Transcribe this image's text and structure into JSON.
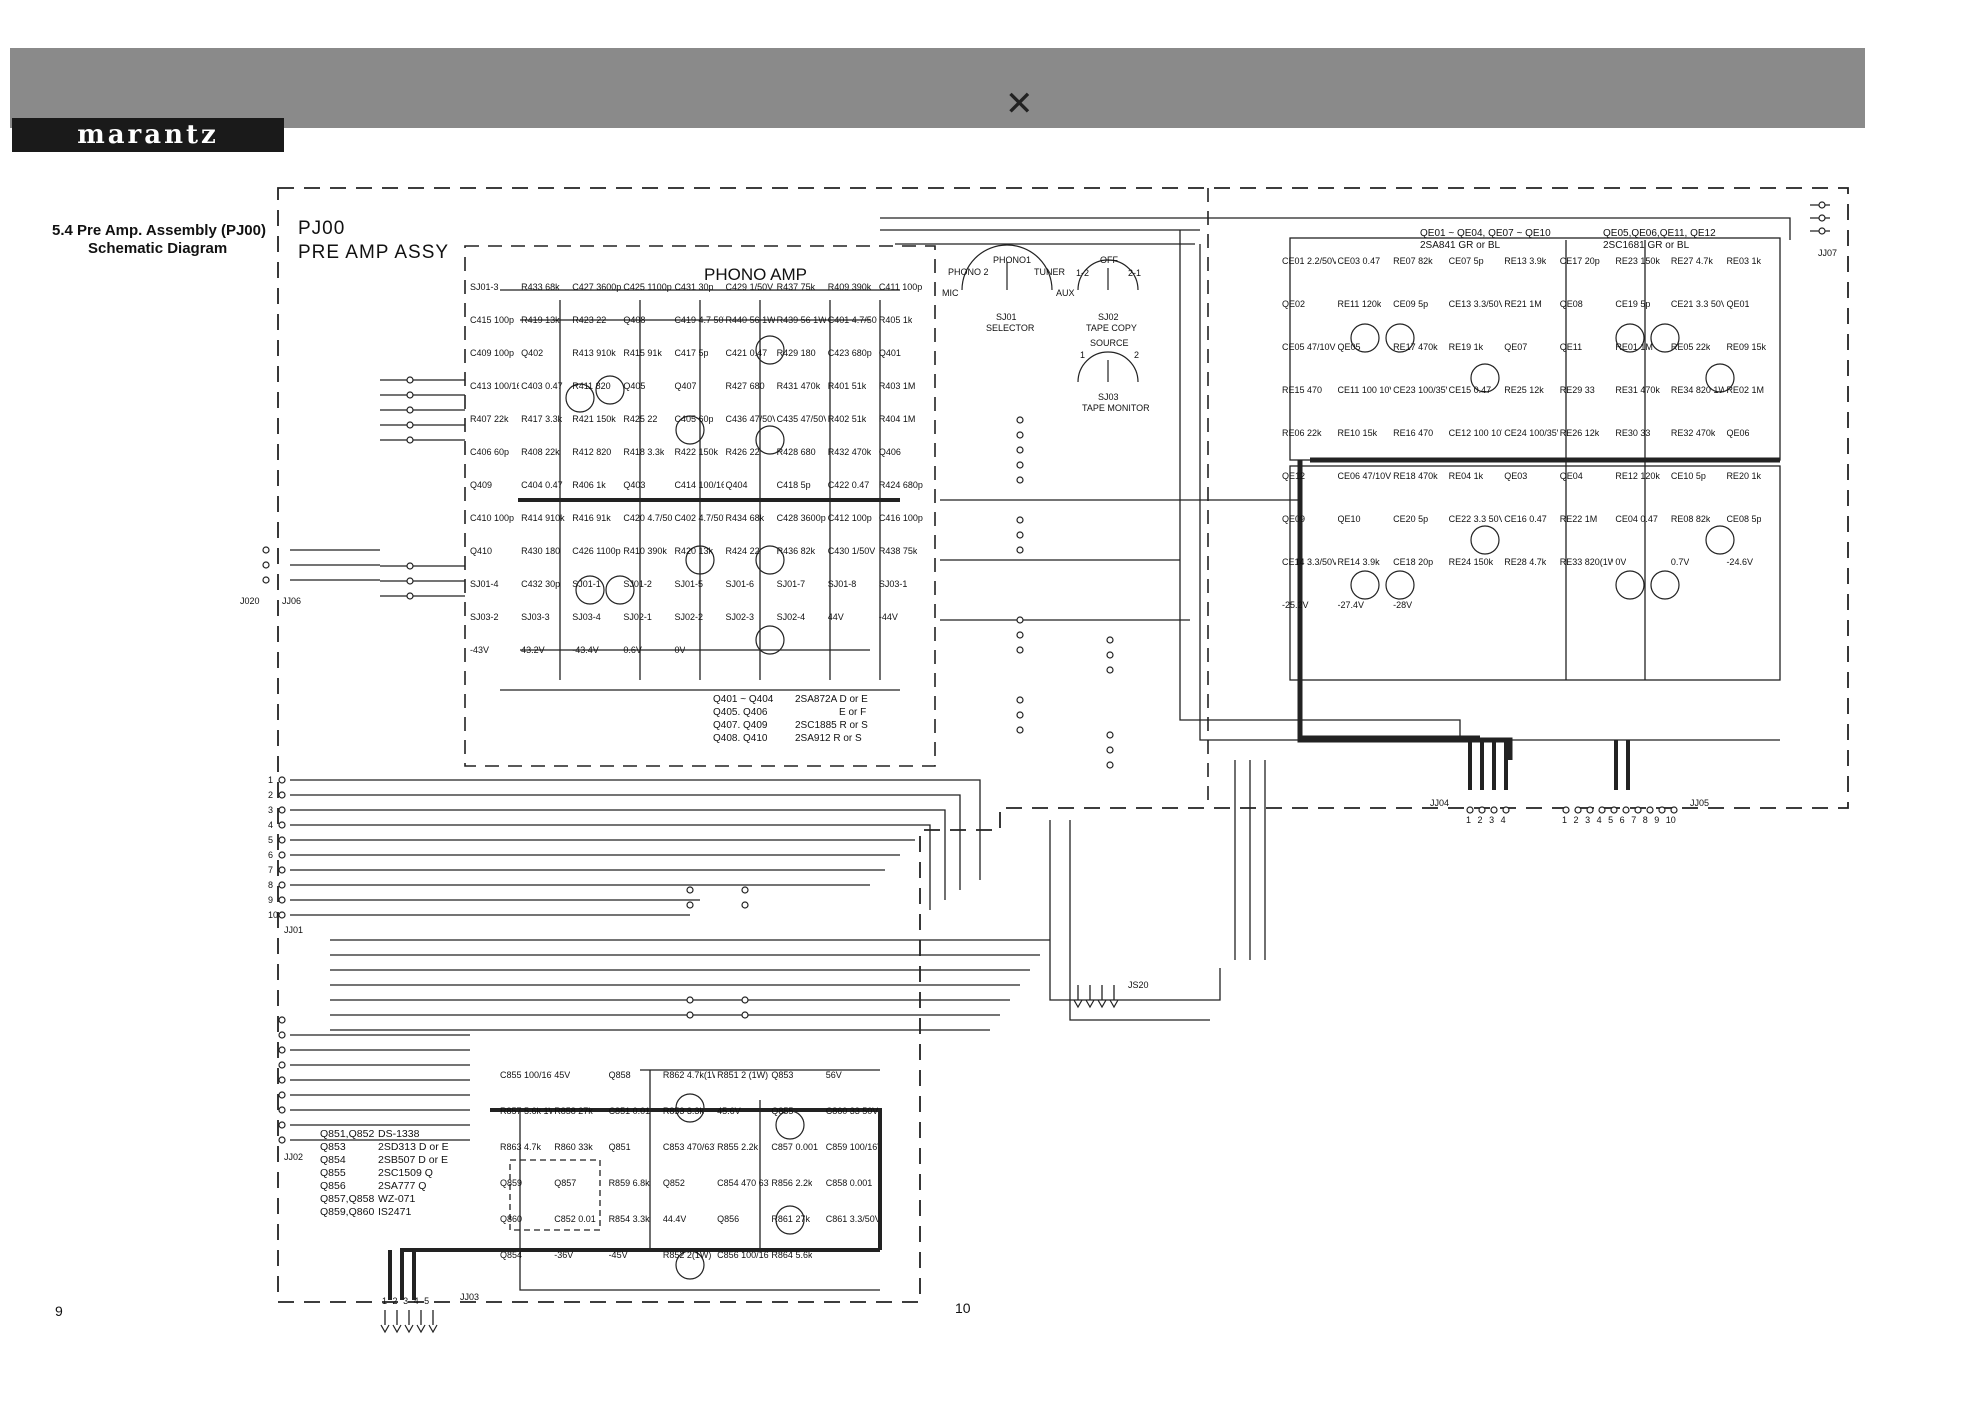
{
  "header": {
    "brand": "marantz"
  },
  "section": {
    "number": "5.4",
    "line1": "5.4 Pre Amp. Assembly (PJ00)",
    "line2": "Schematic Diagram"
  },
  "pages": {
    "left": "9",
    "right": "10"
  },
  "assembly": {
    "code": "PJ00",
    "name": "PRE AMP ASSY",
    "phono": "PHONO AMP"
  },
  "selectors": {
    "sj01": {
      "name": "SJ01",
      "title": "SELECTOR",
      "positions": [
        "PHONO1",
        "PHONO 2",
        "TUNER",
        "MIC",
        "AUX"
      ]
    },
    "sj02": {
      "name": "SJ02",
      "title": "TAPE COPY",
      "positions": [
        "OFF",
        "1-2",
        "2-1"
      ]
    },
    "sj03": {
      "name": "SJ03",
      "title": "TAPE MONITOR",
      "positions": [
        "SOURCE",
        "1",
        "2"
      ]
    }
  },
  "transistor_notes_phono": [
    [
      "Q401 ~ Q404",
      "2SA872A D or E"
    ],
    [
      "Q405. Q406",
      "E or F"
    ],
    [
      "Q407. Q409",
      "2SC1885 R or S"
    ],
    [
      "Q408. Q410",
      "2SA912 R or S"
    ]
  ],
  "transistor_notes_tone": [
    "QE01 ~ QE04, QE07 ~ QE10",
    "2SA841 GR or BL",
    "QE05,QE06,QE11, QE12",
    "2SC1681 GR or BL"
  ],
  "transistor_notes_power": [
    [
      "Q851,Q852",
      "DS-1338"
    ],
    [
      "Q853",
      "2SD313 D or E"
    ],
    [
      "Q854",
      "2SB507 D or E"
    ],
    [
      "Q855",
      "2SC1509 Q"
    ],
    [
      "Q856",
      "2SA777 Q"
    ],
    [
      "Q857,Q858",
      "WZ-071"
    ],
    [
      "Q859,Q860",
      "IS2471"
    ]
  ],
  "connectors": {
    "jj01": "JJ01",
    "jj02": "JJ02",
    "jj03": "JJ03",
    "jj04": "JJ04",
    "jj05": "JJ05",
    "jj06": "JJ06",
    "jj07": "JJ07",
    "j020": "J020",
    "js20": "JS20",
    "jj04_pins": [
      "1",
      "2",
      "3",
      "4"
    ],
    "jj05_pins": [
      "1",
      "2",
      "3",
      "4",
      "5",
      "6",
      "7",
      "8",
      "9",
      "10"
    ],
    "jj01_pins": [
      "1",
      "2",
      "3",
      "4",
      "5",
      "6",
      "7",
      "8",
      "9",
      "10"
    ],
    "jj03_pins": [
      "1",
      "2",
      "3",
      "4",
      "5"
    ]
  },
  "phono_labels": [
    "SJ01-3",
    "R433 68k",
    "C427 3600p",
    "C425 1100p",
    "C431 30p",
    "C429 1/50V",
    "R437 75k",
    "R409 390k",
    "C411 100p",
    "C415 100p",
    "R419 13k",
    "R423 22",
    "Q408",
    "C419 4.7 50V",
    "R440 56 1W",
    "R439 56 1W",
    "C401 4.7/50V",
    "R405 1k",
    "C409 100p",
    "Q402",
    "R413 910k",
    "R415 91k",
    "C417 5p",
    "C421 0.47",
    "R429 180",
    "C423 680p",
    "Q401",
    "C413 100/16V",
    "C403 0.47",
    "R411 820",
    "Q405",
    "Q407",
    "R427 680",
    "R431 470k",
    "R401 51k",
    "R403 1M",
    "R407 22k",
    "R417 3.3k",
    "R421 150k",
    "R425 22",
    "C405 60p",
    "C436 47/50V",
    "C435 47/50V",
    "R402 51k",
    "R404 1M",
    "C406 60p",
    "R408 22k",
    "R412 820",
    "R418 3.3k",
    "R422 150k",
    "R426 22",
    "R428 680",
    "R432 470k",
    "Q406",
    "Q409",
    "C404 0.47",
    "R406 1k",
    "Q403",
    "C414 100/16V",
    "Q404",
    "C418 5p",
    "C422 0.47",
    "R424 680p",
    "C410 100p",
    "R414 910k",
    "R416 91k",
    "C420 4.7/50V",
    "C402 4.7/50V",
    "R434 68k",
    "C428 3600p",
    "C412 100p",
    "C416 100p",
    "Q410",
    "R430 180",
    "C426 1100p",
    "R410 390k",
    "R420 13k",
    "R424 22",
    "R436 82k",
    "C430 1/50V",
    "R438 75k",
    "SJ01-4",
    "C432 30p",
    "SJ01-1",
    "SJ01-2",
    "SJ01-5",
    "SJ01-6",
    "SJ01-7",
    "SJ01-8",
    "SJ03-1",
    "SJ03-2",
    "SJ03-3",
    "SJ03-4",
    "SJ02-1",
    "SJ02-2",
    "SJ02-3",
    "SJ02-4",
    "44V",
    "-44V",
    "-43V",
    "43.2V",
    "-43.4V",
    "0.6V",
    "0V"
  ],
  "tone_labels": [
    "CE01 2.2/50V",
    "CE03 0.47",
    "RE07 82k",
    "CE07 5p",
    "RE13 3.9k",
    "CE17 20p",
    "RE23 150k",
    "RE27 4.7k",
    "RE03 1k",
    "QE02",
    "RE11 120k",
    "CE09 5p",
    "CE13 3.3/50V",
    "RE21 1M",
    "QE08",
    "CE19 5p",
    "CE21 3.3 50V",
    "QE01",
    "CE05 47/10V",
    "QE05",
    "RE17 470k",
    "RE19 1k",
    "QE07",
    "QE11",
    "RE01 1M",
    "RE05 22k",
    "RE09 15k",
    "RE15 470",
    "CE11 100 10V",
    "CE23 100/35V",
    "CE15 0.47",
    "RE25 12k",
    "RE29 33",
    "RE31 470k",
    "RE34 820 1W",
    "RE02 1M",
    "RE06 22k",
    "RE10 15k",
    "RE16 470",
    "CE12 100 10V",
    "CE24 100/35V",
    "RE26 12k",
    "RE30 33",
    "RE32 470k",
    "QE06",
    "QE12",
    "CE06 47/10V",
    "RE18 470k",
    "RE04 1k",
    "QE03",
    "QE04",
    "RE12 120k",
    "CE10 5p",
    "RE20 1k",
    "QE09",
    "QE10",
    "CE20 5p",
    "CE22 3.3 50V",
    "CE16 0.47",
    "RE22 1M",
    "CE04 0.47",
    "RE08 82k",
    "CE08 5p",
    "CE14 3.3/50V",
    "RE14 3.9k",
    "CE18 20p",
    "RE24 150k",
    "RE28 4.7k",
    "RE33 820(1W)",
    "0V",
    "0.7V",
    "-24.6V",
    "-25.2V",
    "-27.4V",
    "-28V"
  ],
  "power_labels": [
    "C855 100/16V",
    "45V",
    "Q858",
    "R862 4.7k(1W)",
    "R851 2 (1W)",
    "Q853",
    "56V",
    "R857 5.6k 1W",
    "R858 27k",
    "C851 0.01",
    "R853 3.3k",
    "45.6V",
    "Q855",
    "C860 33 50V",
    "R863 4.7k",
    "R860 33k",
    "Q851",
    "C853 470/63V",
    "R855 2.2k",
    "C857 0.001",
    "C859 100/16V",
    "Q859",
    "Q857",
    "R859 6.8k",
    "Q852",
    "C854 470 63V",
    "R856 2.2k",
    "C858 0.001",
    "Q860",
    "C852 0.01",
    "R854 3.3k",
    "44.4V",
    "Q856",
    "R861 27k",
    "C861 3.3/50V",
    "Q854",
    "-36V",
    "-45V",
    "R852 2(1W)",
    "C856 100/16V",
    "R864 5.6k"
  ]
}
